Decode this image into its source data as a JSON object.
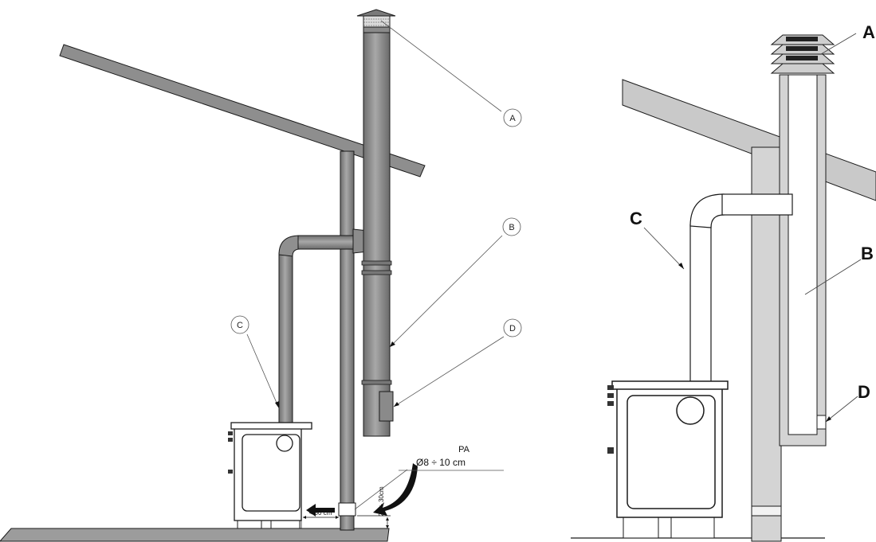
{
  "left_diagram": {
    "labels": {
      "a": "A",
      "b": "B",
      "c": "C",
      "d": "D"
    },
    "air_intake_label": "PA",
    "air_intake_diameter": "Ø8 ÷ 10 cm",
    "max_distance": "< 50 cm",
    "height_range": "20 ÷ 30cm"
  },
  "right_diagram": {
    "labels": {
      "a": "A",
      "b": "B",
      "c": "C",
      "d": "D"
    }
  },
  "colors": {
    "outline": "#1a1a1a",
    "pipe_gray": "#8a8a8a",
    "roof_gray": "#9a9a9a",
    "light_gray": "#d6d6d6",
    "floor_gray": "#a0a0a0"
  }
}
